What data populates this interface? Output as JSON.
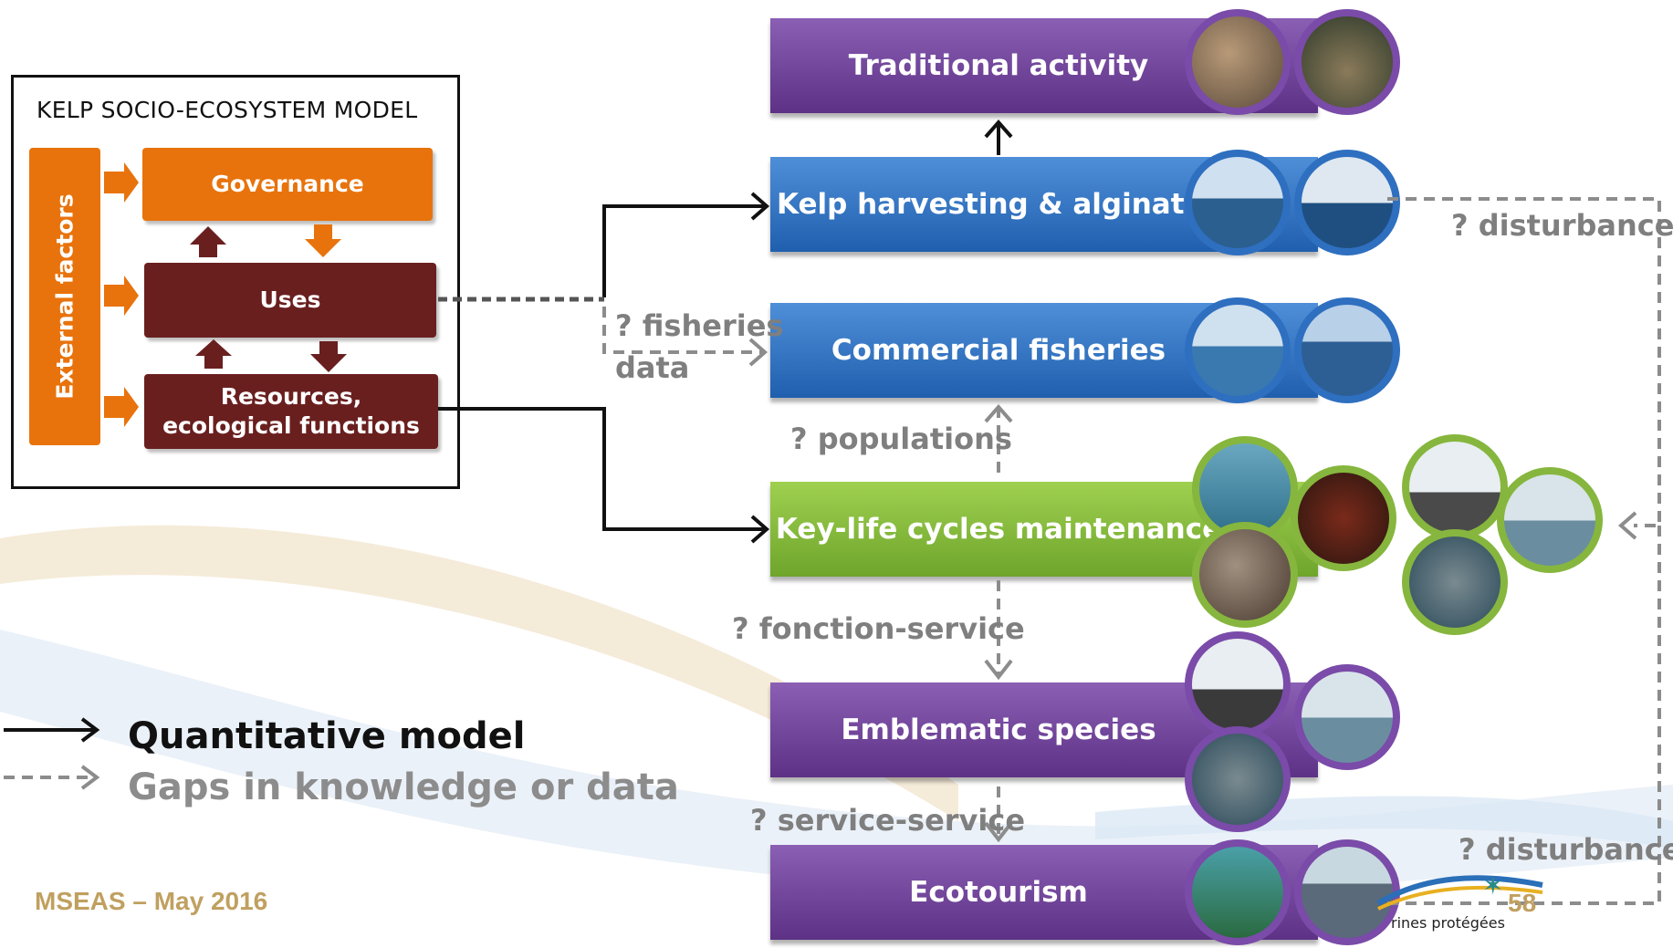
{
  "model": {
    "title": "KELP SOCIO-ECOSYSTEM MODEL",
    "external_factors": "External factors",
    "governance": "Governance",
    "uses": "Uses",
    "resources": "Resources,\necological functions"
  },
  "services": {
    "traditional": "Traditional activity",
    "kelp_harvesting": "Kelp harvesting & alginates",
    "commercial_fisheries": "Commercial fisheries",
    "key_life_cycles": "Key-life cycles maintenance",
    "emblematic": "Emblematic species",
    "ecotourism": "Ecotourism"
  },
  "gap_labels": {
    "fisheries_data_1": "? fisheries",
    "fisheries_data_2": "data",
    "populations": "? populations",
    "fonction_service": "? fonction-service",
    "service_service": "? service-service",
    "disturbance_top": "? disturbance",
    "disturbance_bottom": "? disturbance"
  },
  "legend": {
    "quantitative": "Quantitative model",
    "gaps": "Gaps in knowledge or data"
  },
  "footer": {
    "left": "MSEAS – May 2016",
    "page": "58",
    "logo_text": "rines protégées"
  },
  "colors": {
    "orange": "#e8730c",
    "maroon": "#6a1f1f",
    "purple": "#7a4ba8",
    "blue": "#2e6fc0",
    "green": "#86b63e",
    "gap_gray": "#8c8c8c"
  }
}
